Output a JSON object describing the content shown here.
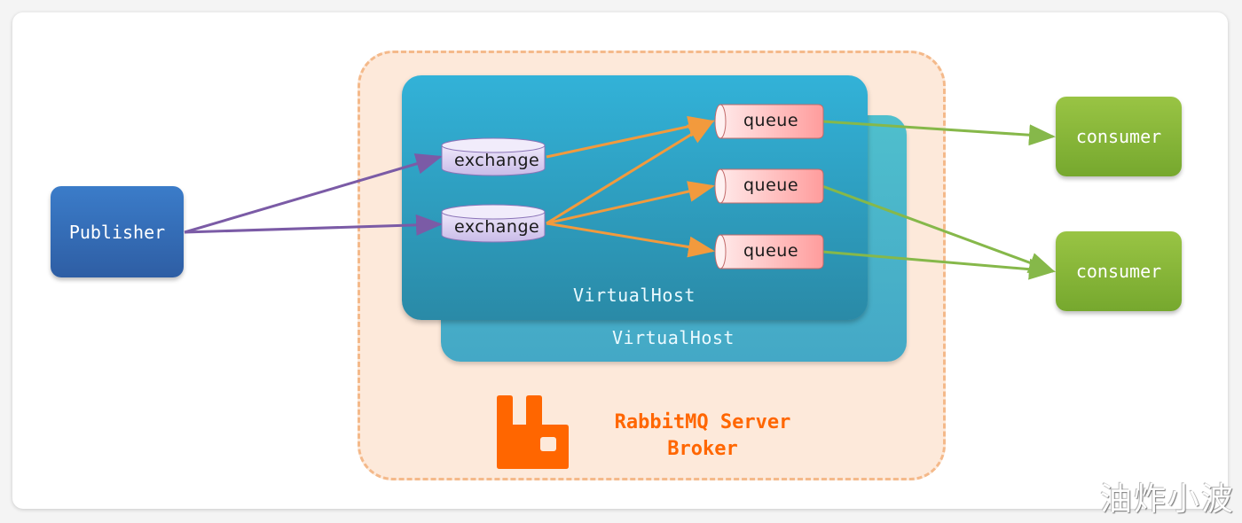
{
  "diagram": {
    "title": "RabbitMQ Architecture",
    "broker": {
      "line1": "RabbitMQ Server",
      "line2": "Broker",
      "color": "#ff6600"
    },
    "publisher": {
      "label": "Publisher",
      "color": "#3b7cc9"
    },
    "virtual_hosts": [
      {
        "label": "VirtualHost",
        "color": "#32b2d8"
      },
      {
        "label": "VirtualHost",
        "color": "#4fbfcd"
      }
    ],
    "exchanges": [
      {
        "label": "exchange"
      },
      {
        "label": "exchange"
      }
    ],
    "queues": [
      {
        "label": "queue"
      },
      {
        "label": "queue"
      },
      {
        "label": "queue"
      }
    ],
    "consumers": [
      {
        "label": "consumer"
      },
      {
        "label": "consumer"
      }
    ],
    "edges": [
      {
        "from": "publisher",
        "to": "exchange-1",
        "color": "#7b5ba6"
      },
      {
        "from": "publisher",
        "to": "exchange-2",
        "color": "#7b5ba6"
      },
      {
        "from": "exchange-1",
        "to": "queue-1",
        "color": "#f29a3d"
      },
      {
        "from": "exchange-2",
        "to": "queue-1",
        "color": "#f29a3d"
      },
      {
        "from": "exchange-2",
        "to": "queue-2",
        "color": "#f29a3d"
      },
      {
        "from": "exchange-2",
        "to": "queue-3",
        "color": "#f29a3d"
      },
      {
        "from": "queue-1",
        "to": "consumer-1",
        "color": "#86b84a"
      },
      {
        "from": "queue-2",
        "to": "consumer-2",
        "color": "#86b84a"
      },
      {
        "from": "queue-3",
        "to": "consumer-2",
        "color": "#86b84a"
      }
    ],
    "watermark": "油炸小波"
  }
}
